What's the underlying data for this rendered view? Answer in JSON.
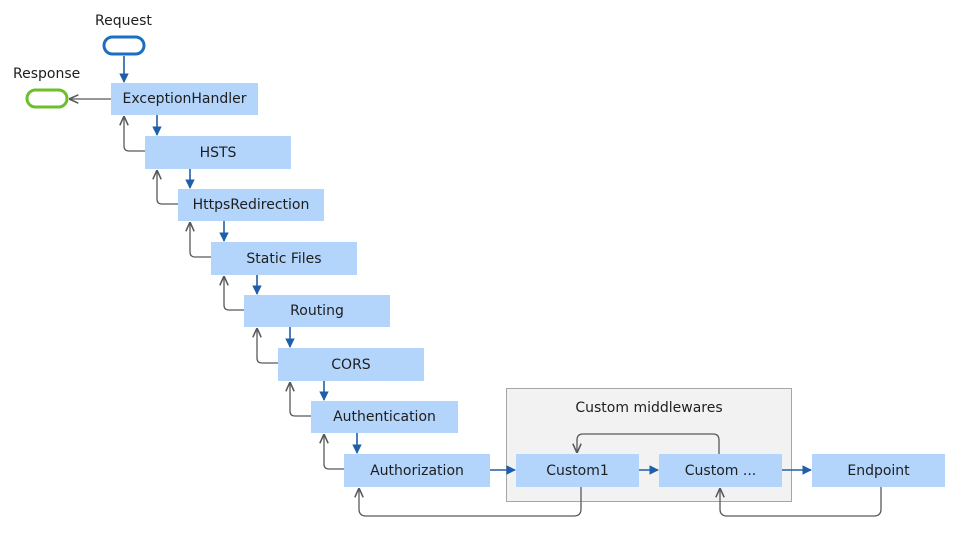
{
  "labels": {
    "request": "Request",
    "response": "Response",
    "custom_group": "Custom middlewares"
  },
  "pipeline": [
    "ExceptionHandler",
    "HSTS",
    "HttpsRedirection",
    "Static Files",
    "Routing",
    "CORS",
    "Authentication",
    "Authorization"
  ],
  "custom": {
    "custom1": "Custom1",
    "custom2": "Custom ...",
    "endpoint": "Endpoint"
  },
  "colors": {
    "box_fill": "#b3d4fb",
    "request_terminal": "#1a6fc2",
    "response_terminal": "#6abf2a",
    "request_arrow": "#1f5fa8",
    "response_arrow": "#595959",
    "group_fill": "#f2f2f2",
    "group_border": "#a6a6a6"
  }
}
